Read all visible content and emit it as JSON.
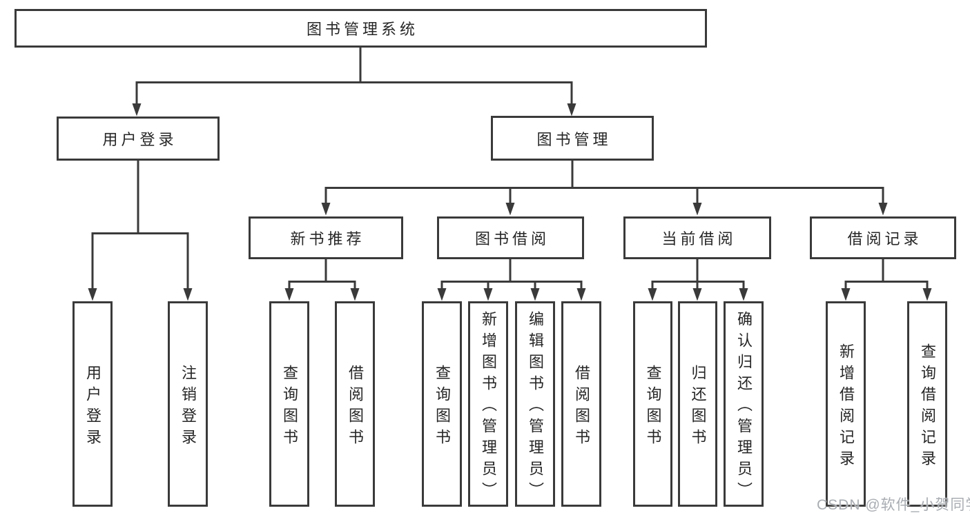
{
  "nodes": {
    "root": {
      "label": "图书管理系统"
    },
    "user_login": {
      "label": "用户登录"
    },
    "book_mgmt": {
      "label": "图书管理"
    },
    "new_book_rec": {
      "label": "新书推荐"
    },
    "book_borrow": {
      "label": "图书借阅"
    },
    "current_borrow": {
      "label": "当前借阅"
    },
    "borrow_records": {
      "label": "借阅记录"
    },
    "user_login_leaf": {
      "label": "用户登录"
    },
    "logout_leaf": {
      "label": "注销登录"
    },
    "rec_query_books": {
      "label": "查询图书"
    },
    "rec_borrow_books": {
      "label": "借阅图书"
    },
    "bb_query_books": {
      "label": "查询图书"
    },
    "bb_add_books": {
      "label": "新增图书（管理员）"
    },
    "bb_edit_books": {
      "label": "编辑图书（管理员）"
    },
    "bb_borrow_books": {
      "label": "借阅图书"
    },
    "cb_query_books": {
      "label": "查询图书"
    },
    "cb_return_books": {
      "label": "归还图书"
    },
    "cb_confirm_return": {
      "label": "确认归还（管理员）"
    },
    "br_add_record": {
      "label": "新增借阅记录"
    },
    "br_query_record": {
      "label": "查询借阅记录"
    }
  },
  "watermark": {
    "text": "CSDN @软件_小贺同学"
  },
  "colors": {
    "line": "#3a3a3a",
    "text": "#262626",
    "box_background": "#ffffff",
    "watermark": "#a9adb2",
    "background": "#ffffff"
  }
}
